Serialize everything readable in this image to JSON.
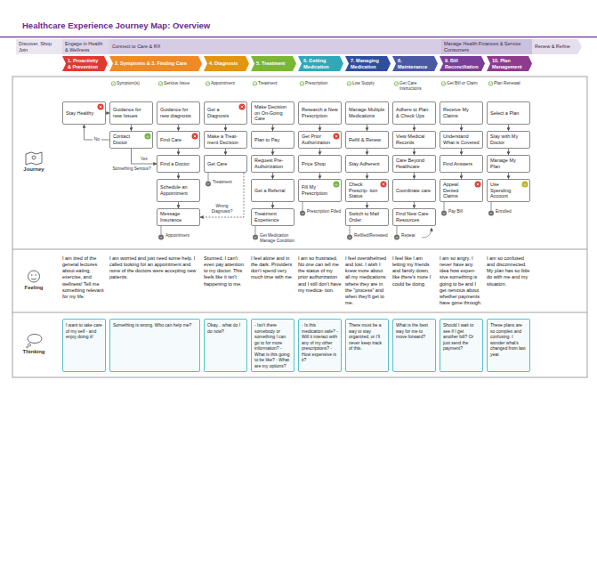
{
  "diagram": {
    "title": "Healthcare Experience Journey Map: Overview",
    "nodes": [
      {
        "text": [
          "Discover, Shop Join"
        ]
      },
      {
        "text": [
          "Engage in Health & Wellness"
        ]
      },
      {
        "text": [
          "Connect to Care & RX"
        ]
      },
      {
        "text": [
          "Manage Health Finances & Service Consumers"
        ]
      },
      {
        "text": [
          "Renew & Refine"
        ]
      },
      {
        "text": [
          "1. Proactivity & Prevention"
        ]
      },
      {
        "text": [
          "2. Symptoms & 3. Finding Care"
        ]
      },
      {
        "text": [
          "4. Diagnosis"
        ]
      },
      {
        "text": [
          "5. Treatment"
        ]
      },
      {
        "text": [
          "6. Getting Medication"
        ]
      },
      {
        "text": [
          "7. Managing Medication"
        ]
      },
      {
        "text": [
          "8. Maintenance"
        ]
      },
      {
        "text": [
          "9. Bill Reconciliation"
        ]
      },
      {
        "text": [
          "10. Plan Management"
        ]
      },
      {
        "text": [
          "Stay Healthy"
        ]
      },
      {
        "text": [
          "Guidance for new Issues"
        ]
      },
      {
        "text": [
          "Contact Doctor"
        ]
      },
      {
        "text": [
          "Guidance for new diagnosis"
        ]
      },
      {
        "text": [
          "Find Care"
        ]
      },
      {
        "text": [
          "Find a Doctor"
        ]
      },
      {
        "text": [
          "Schedule an Appointment"
        ]
      },
      {
        "text": [
          "Message Insurance"
        ]
      },
      {
        "text": [
          "Get a Diagnosis"
        ]
      },
      {
        "text": [
          "Make a Treat- ment Decision"
        ]
      },
      {
        "text": [
          "Get Care"
        ]
      },
      {
        "text": [
          "Make Decision on On-Going Care"
        ]
      },
      {
        "text": [
          "Plan to Pay"
        ]
      },
      {
        "text": [
          "Request Pre-Authorization"
        ]
      },
      {
        "text": [
          "Get a Referral"
        ]
      },
      {
        "text": [
          "Treatment Experience"
        ]
      },
      {
        "text": [
          "Research a New Prescription"
        ]
      },
      {
        "text": [
          "Get Prior Authorization"
        ]
      },
      {
        "text": [
          "Price Shop"
        ]
      },
      {
        "text": [
          "Fill My Prescription"
        ]
      },
      {
        "text": [
          "Manage Multiple Medications"
        ]
      },
      {
        "text": [
          "Refill & Renew"
        ]
      },
      {
        "text": [
          "Stay Adherent"
        ]
      },
      {
        "text": [
          "Check Prescrip- tion Status"
        ]
      },
      {
        "text": [
          "Switch to Mail Order"
        ]
      },
      {
        "text": [
          "Adhere to Plan & Check Ups"
        ]
      },
      {
        "text": [
          "View Medical Records"
        ]
      },
      {
        "text": [
          "Care Beyond Healthcare"
        ]
      },
      {
        "text": [
          "Coordinate care"
        ]
      },
      {
        "text": [
          "Find New Care Resources"
        ]
      },
      {
        "text": [
          "Receive My Claims"
        ]
      },
      {
        "text": [
          "Understand What is Covered"
        ]
      },
      {
        "text": [
          "Find Answers"
        ]
      },
      {
        "text": [
          "Appeal Denied Claims"
        ]
      },
      {
        "text": [
          "Select a Plan"
        ]
      },
      {
        "text": [
          "Stay with My Doctor"
        ]
      },
      {
        "text": [
          "Manage My Plan"
        ]
      },
      {
        "text": [
          "Use Spending Account"
        ]
      },
      {
        "text": [
          "I want to take care of my self - and enjoy doing it!"
        ]
      },
      {
        "text": [
          "Something is wrong. Who can help me?"
        ]
      },
      {
        "text": [
          "Okay... what do I do now?"
        ]
      },
      {
        "text": [
          "- Isn't there somebody or something I can go to for more information? - What is this going to be like? - What are my options?"
        ]
      },
      {
        "text": [
          "- Is this medication safe? - Will it interact with any of my other prescriptions? - How expensive is it?"
        ]
      },
      {
        "text": [
          "There must be a way to stay organized, or I'll never keep track of this."
        ]
      },
      {
        "text": [
          "What is the best way for me to move forward?"
        ]
      },
      {
        "text": [
          "Should I wait to see if I get another bill? Or just send the payment?"
        ]
      },
      {
        "text": [
          "These plans are so complex and confusing. I wonder what's changed from last year."
        ]
      }
    ],
    "edges": [
      {
        "from": 14,
        "to": 15,
        "arrow": "to"
      },
      {
        "from": 15,
        "to": 16,
        "arrow": "to"
      },
      {
        "from": 16,
        "to": 19,
        "label": "Yes",
        "arrow": "to"
      },
      {
        "from": 16,
        "to": 14,
        "label": "No",
        "arrow": "to"
      },
      {
        "from": 17,
        "to": 18,
        "arrow": "to"
      },
      {
        "from": 18,
        "to": 19,
        "arrow": "to"
      },
      {
        "from": 19,
        "to": 20,
        "arrow": "to"
      },
      {
        "from": 20,
        "to": 21,
        "arrow": "to"
      },
      {
        "from": 22,
        "to": 23,
        "arrow": "to"
      },
      {
        "from": 23,
        "to": 24,
        "arrow": "to"
      },
      {
        "from": 24,
        "to": 21,
        "label": "Wrong Diagnosis?",
        "arrow": "to"
      },
      {
        "from": 25,
        "to": 26,
        "arrow": "to"
      },
      {
        "from": 26,
        "to": 27,
        "arrow": "to"
      },
      {
        "from": 27,
        "to": 28,
        "arrow": "to"
      },
      {
        "from": 28,
        "to": 29,
        "arrow": "to"
      },
      {
        "from": 30,
        "to": 31,
        "arrow": "to"
      },
      {
        "from": 31,
        "to": 32,
        "arrow": "to"
      },
      {
        "from": 32,
        "to": 33,
        "arrow": "to"
      },
      {
        "from": 34,
        "to": 35,
        "arrow": "to"
      },
      {
        "from": 35,
        "to": 36,
        "arrow": "to"
      },
      {
        "from": 36,
        "to": 37,
        "arrow": "to"
      },
      {
        "from": 37,
        "to": 38,
        "arrow": "to"
      },
      {
        "from": 39,
        "to": 40,
        "arrow": "to"
      },
      {
        "from": 40,
        "to": 41,
        "arrow": "to"
      },
      {
        "from": 41,
        "to": 42,
        "arrow": "to"
      },
      {
        "from": 42,
        "to": 43,
        "arrow": "to"
      },
      {
        "from": 44,
        "to": 45,
        "arrow": "to"
      },
      {
        "from": 45,
        "to": 46,
        "arrow": "to"
      },
      {
        "from": 46,
        "to": 47,
        "arrow": "to"
      },
      {
        "from": 48,
        "to": 49,
        "arrow": "to"
      },
      {
        "from": 49,
        "to": 50,
        "arrow": "to"
      },
      {
        "from": 50,
        "to": 51,
        "arrow": "to"
      }
    ],
    "labels": [
      "Symptom(s)",
      "Serious Issue",
      "Appointment",
      "Treatment",
      "Prescription",
      "Low Supply",
      "Get Care Instructions",
      "Get Bill or Claim",
      "Plan Renewal",
      "Something Serious?",
      "Appointment",
      "Treatment",
      "Get Medication Manage Condition",
      "Prescription Filled",
      "Refilled/Renewed",
      "Repeat",
      "Pay Bill",
      "Enrolled",
      "Journey",
      "Feeling",
      "Thinking",
      "I am tired of the general lectures about eating, exercise, and wellness! Tell me something relevant for my life.",
      "I am worried and just need some help. I called looking for an appointment and none of the doctors were accepting new patients.",
      "Stunned. I can't even pay attention to my doctor. This feels like it isn't happening to me.",
      "I feel alone and in the dark. Providers don't spend very much time with me.",
      "I am so frustrated. No one can tell me the status of my prior authorization and I still don't have my medica- tion.",
      "I feel overwhelmed and lost. I wish I knew more about all my medications: where they are in the \"process\" and when they'll get to me.",
      "I feel like I am letting my friends and family down, like there's more I could be doing.",
      "I am so angry. I never have any idea how expen- sive something is going to be and I get nervous about whether payments have gone through.",
      "I am so confused and disconnected. My plan has so little do with me and my situation."
    ]
  }
}
